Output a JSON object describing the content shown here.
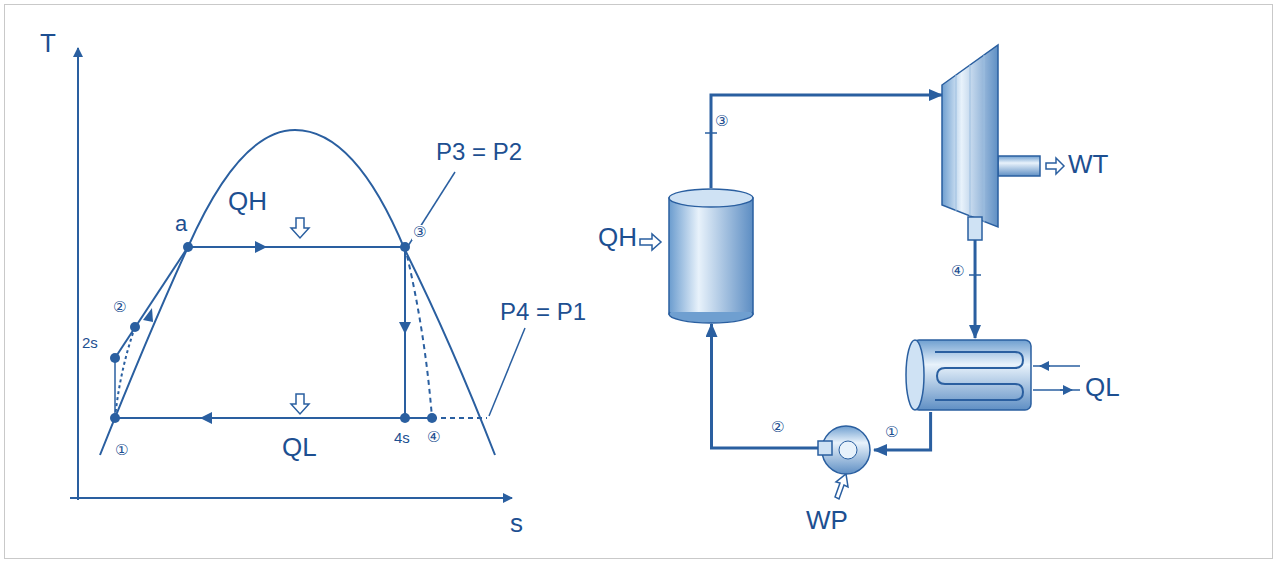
{
  "diagram": {
    "nodes": [
      {
        "text": [
          "QH"
        ]
      },
      {
        "text": [
          "WT"
        ]
      },
      {
        "text": [
          "QL"
        ]
      },
      {
        "text": [
          "WP"
        ]
      }
    ],
    "edges": [
      {
        "from": 0,
        "to": 1,
        "arrow": "to",
        "label": "③"
      },
      {
        "from": 1,
        "to": 2,
        "arrow": "to",
        "label": "④"
      },
      {
        "from": 2,
        "to": 3,
        "arrow": "to",
        "label": "①"
      },
      {
        "from": 3,
        "to": 0,
        "arrow": "to",
        "label": "②"
      }
    ],
    "labels": [
      "T",
      "s",
      "a",
      "QH",
      "③",
      "P3 = P2",
      "P4 = P1",
      "②",
      "2s",
      "①",
      "QL",
      "4s",
      "④"
    ]
  }
}
